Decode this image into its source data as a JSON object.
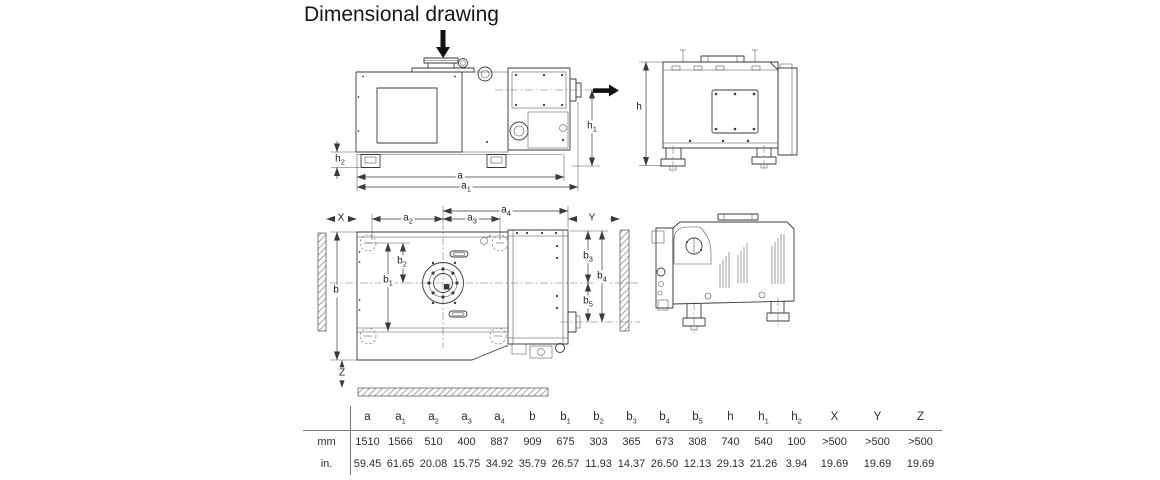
{
  "title": "Dimensional drawing",
  "dims": {
    "a": {
      "base": "a",
      "sub": ""
    },
    "a1": {
      "base": "a",
      "sub": "1"
    },
    "a2": {
      "base": "a",
      "sub": "2"
    },
    "a3": {
      "base": "a",
      "sub": "3"
    },
    "a4": {
      "base": "a",
      "sub": "4"
    },
    "b": {
      "base": "b",
      "sub": ""
    },
    "b1": {
      "base": "b",
      "sub": "1"
    },
    "b2": {
      "base": "b",
      "sub": "2"
    },
    "b3": {
      "base": "b",
      "sub": "3"
    },
    "b4": {
      "base": "b",
      "sub": "4"
    },
    "b5": {
      "base": "b",
      "sub": "5"
    },
    "h": {
      "base": "h",
      "sub": ""
    },
    "h1": {
      "base": "h",
      "sub": "1"
    },
    "h2": {
      "base": "h",
      "sub": "2"
    },
    "x": {
      "base": "X",
      "sub": ""
    },
    "y": {
      "base": "Y",
      "sub": ""
    },
    "z": {
      "base": "Z",
      "sub": ""
    }
  },
  "table": {
    "column_keys": [
      "a",
      "a1",
      "a2",
      "a3",
      "a4",
      "b",
      "b1",
      "b2",
      "b3",
      "b4",
      "b5",
      "h",
      "h1",
      "h2",
      "x",
      "y",
      "z"
    ],
    "unit_rows": [
      "mm",
      "in."
    ],
    "rows": [
      [
        "1510",
        "1566",
        "510",
        "400",
        "887",
        "909",
        "675",
        "303",
        "365",
        "673",
        "308",
        "740",
        "540",
        "100",
        ">500",
        ">500",
        ">500"
      ],
      [
        "59.45",
        "61.65",
        "20.08",
        "15.75",
        "34.92",
        "35.79",
        "26.57",
        "11.93",
        "14.37",
        "26.50",
        "12.13",
        "29.13",
        "21.26",
        "3.94",
        "19.69",
        "19.69",
        "19.69"
      ]
    ]
  }
}
